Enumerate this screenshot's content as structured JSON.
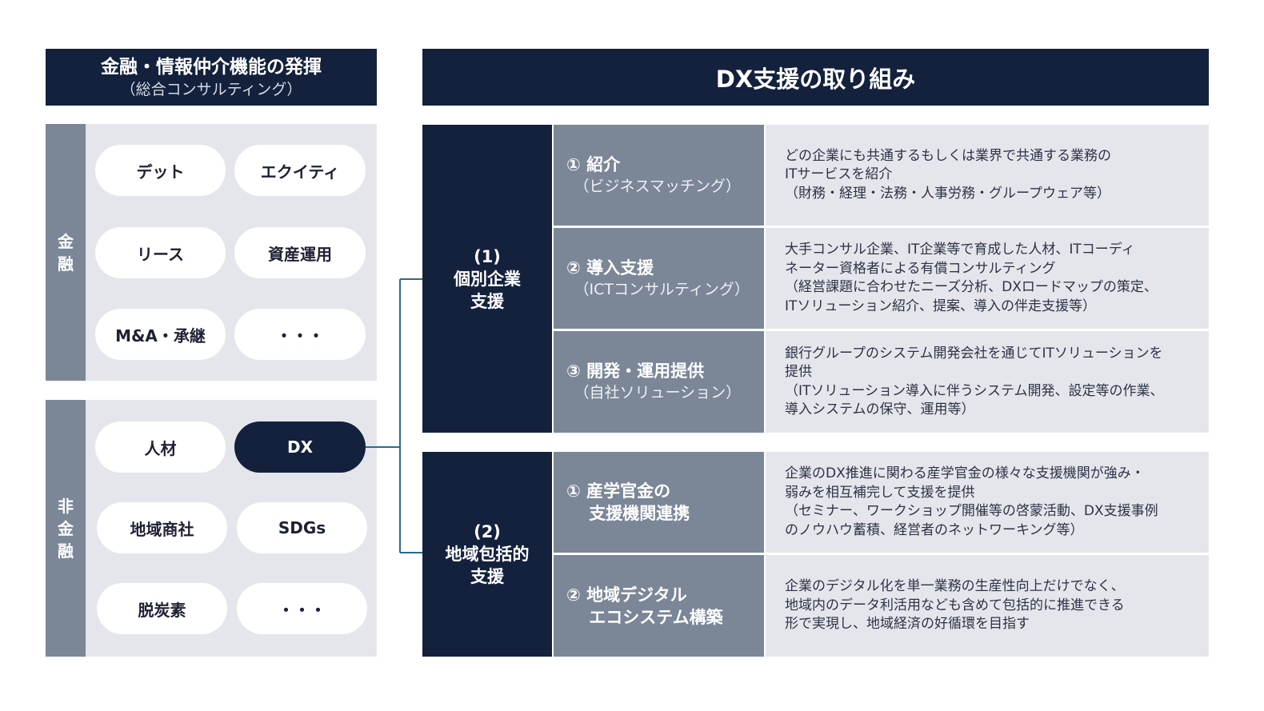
{
  "left_header": {
    "title": "金融・情報仲介機能の発揮",
    "subtitle": "（総合コンサルティング）"
  },
  "right_header": {
    "title": "DX支援の取り組み"
  },
  "finance": {
    "label": "金融",
    "items": [
      "デット",
      "エクイティ",
      "リース",
      "資産運用",
      "M&A・承継",
      "・・・"
    ]
  },
  "non_finance": {
    "label": "非金融",
    "items": [
      "人材",
      "DX",
      "地域商社",
      "SDGs",
      "脱炭素",
      "・・・"
    ]
  },
  "section1": {
    "category": [
      "(1)",
      "個別企業",
      "支援"
    ],
    "rows": [
      {
        "title": "① 紹介",
        "note": "　（ビジネスマッチング）",
        "desc": [
          "どの企業にも共通するもしくは業界で共通する業務の",
          "ITサービスを紹介",
          "（財務・経理・法務・人事労務・グループウェア等）"
        ]
      },
      {
        "title": "② 導入支援",
        "note": "　（ICTコンサルティング）",
        "desc": [
          "大手コンサル企業、IT企業等で育成した人材、ITコーディ",
          "ネーター資格者による有償コンサルティング",
          "（経営課題に合わせたニーズ分析、DXロードマップの策定、",
          "ITソリューション紹介、提案、導入の伴走支援等）"
        ]
      },
      {
        "title": "③ 開発・運用提供",
        "note": "　（自社ソリューション）",
        "desc": [
          "銀行グループのシステム開発会社を通じてITソリューションを",
          "提供",
          "（ITソリューション導入に伴うシステム開発、設定等の作業、",
          "導入システムの保守、運用等）"
        ]
      }
    ]
  },
  "section2": {
    "category": [
      "(2)",
      "地域包括的",
      "支援"
    ],
    "rows": [
      {
        "title": "① 産学官金の",
        "note": "　 支援機関連携",
        "desc": [
          "企業のDX推進に関わる産学官金の様々な支援機関が強み・",
          "弱みを相互補完して支援を提供",
          "（セミナー、ワークショップ開催等の啓蒙活動、DX支援事例",
          "のノウハウ蓄積、経営者のネットワーキング等）"
        ]
      },
      {
        "title": "② 地域デジタル",
        "note": "　 エコシステム構築",
        "desc": [
          "企業のデジタル化を単一業務の生産性向上だけでなく、",
          "地域内のデータ利活用なども含めて包括的に推進できる",
          "形で実現し、地域経済の好循環を目指す"
        ]
      }
    ]
  },
  "colors": {
    "navy": "#13213d",
    "slate": "#7b8697",
    "panel": "#e5e6ec",
    "connector": "#2d6b85"
  }
}
